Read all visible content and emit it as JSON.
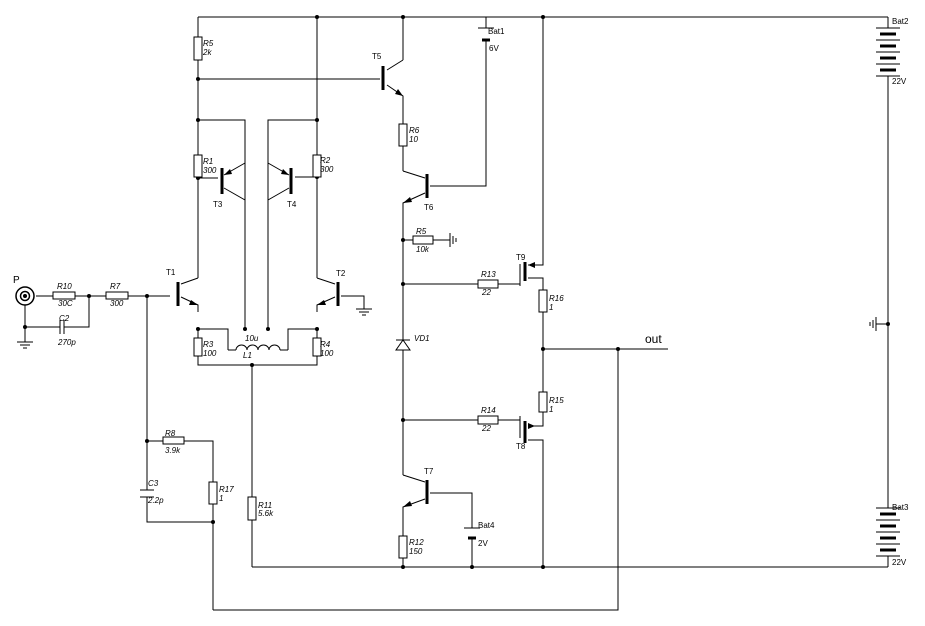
{
  "components": {
    "R1": {
      "name": "R1",
      "value": "300"
    },
    "R2": {
      "name": "R2",
      "value": "300"
    },
    "R3": {
      "name": "R3",
      "value": "100"
    },
    "R4": {
      "name": "R4",
      "value": "100"
    },
    "R5": {
      "name": "R5",
      "value": "2k"
    },
    "R5b": {
      "name": "R5",
      "value": "10k"
    },
    "R6": {
      "name": "R6",
      "value": "10"
    },
    "R7": {
      "name": "R7",
      "value": "300"
    },
    "R8": {
      "name": "R8",
      "value": "3.9k"
    },
    "R10": {
      "name": "R10",
      "value": "30C"
    },
    "R11": {
      "name": "R11",
      "value": "5.6k"
    },
    "R12": {
      "name": "R12",
      "value": "150"
    },
    "R13": {
      "name": "R13",
      "value": "22"
    },
    "R14": {
      "name": "R14",
      "value": "22"
    },
    "R15": {
      "name": "R15",
      "value": "1"
    },
    "R16": {
      "name": "R16",
      "value": "1"
    },
    "R17": {
      "name": "R17",
      "value": "1"
    },
    "C2": {
      "name": "C2",
      "value": "270p"
    },
    "C3": {
      "name": "C3",
      "value": "2.2p"
    },
    "L1": {
      "name": "L1",
      "value": "10u"
    },
    "VD1": {
      "name": "VD1"
    },
    "T1": {
      "name": "T1"
    },
    "T2": {
      "name": "T2"
    },
    "T3": {
      "name": "T3"
    },
    "T4": {
      "name": "T4"
    },
    "T5": {
      "name": "T5"
    },
    "T6": {
      "name": "T6"
    },
    "T7": {
      "name": "T7"
    },
    "T8": {
      "name": "T8"
    },
    "T9": {
      "name": "T9"
    },
    "Bat1": {
      "name": "Bat1",
      "value": "6V"
    },
    "Bat2": {
      "name": "Bat2",
      "value": "22V"
    },
    "Bat3": {
      "name": "Bat3",
      "value": "22V"
    },
    "Bat4": {
      "name": "Bat4",
      "value": "2V"
    }
  },
  "terminals": {
    "input": "P",
    "output": "out"
  }
}
